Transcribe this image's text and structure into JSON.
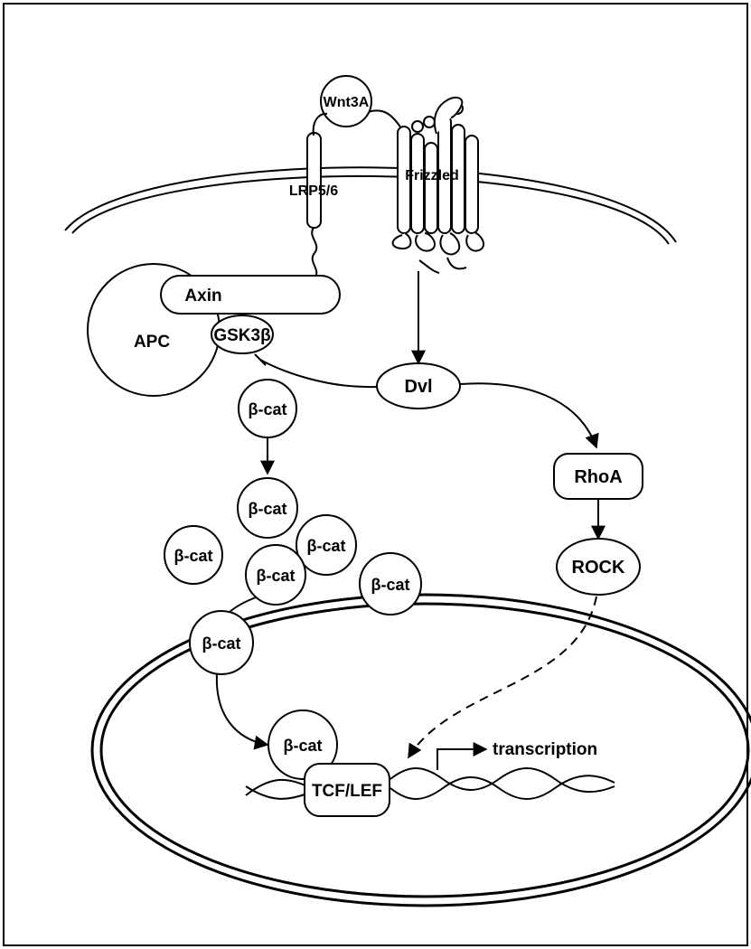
{
  "nodes": {
    "wnt3a": "Wnt3A",
    "lrp": "LRP5/6",
    "frizzled": "Frizzled",
    "axin": "Axin",
    "apc": "APC",
    "gsk": "GSK3β",
    "dvl": "Dvl",
    "rhoa": "RhoA",
    "rock": "ROCK",
    "bcat": "β-cat",
    "tcf": "TCF/LEF",
    "transcription": "transcription"
  }
}
